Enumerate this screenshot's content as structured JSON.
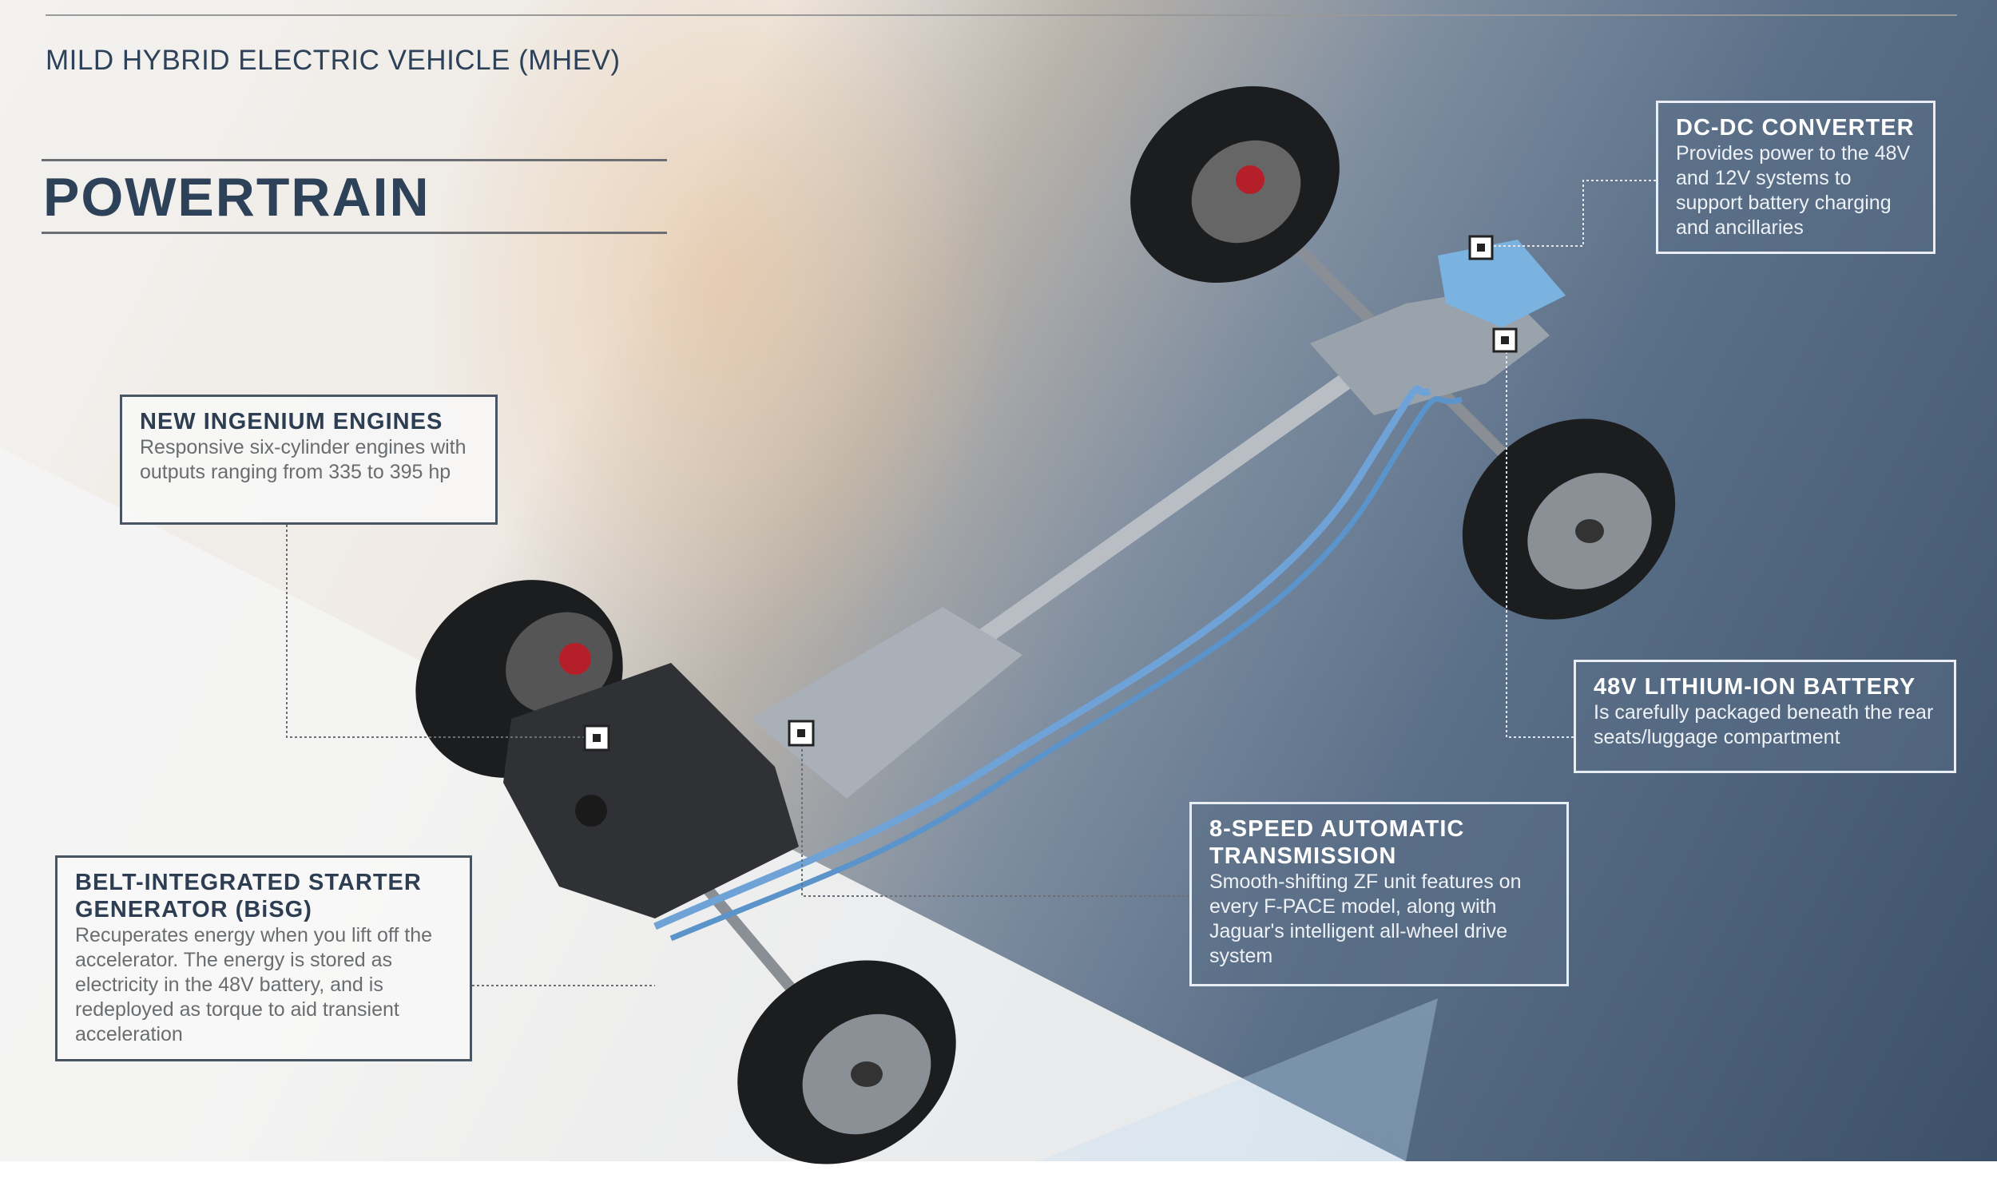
{
  "header": {
    "subtitle": "MILD HYBRID ELECTRIC VEHICLE (MHEV)",
    "title": "POWERTRAIN"
  },
  "callouts": {
    "engines": {
      "title": "NEW INGENIUM ENGINES",
      "body": "Responsive six-cylinder engines with outputs ranging from 335 to 395 hp"
    },
    "bisg": {
      "title": "BELT-INTEGRATED STARTER GENERATOR (BiSG)",
      "body": "Recuperates energy when you lift off the accelerator. The energy is stored as electricity in the 48V battery, and is redeployed as torque to aid transient acceleration"
    },
    "dcdc": {
      "title": "DC-DC CONVERTER",
      "body": "Provides power to the 48V and 12V systems to support battery charging and ancillaries"
    },
    "battery": {
      "title": "48V LITHIUM-ION BATTERY",
      "body": "Is carefully packaged beneath the rear seats/luggage compartment"
    },
    "transmission": {
      "title": "8-SPEED AUTOMATIC TRANSMISSION",
      "body": "Smooth-shifting ZF unit features on every F-PACE model, along with Jaguar's intelligent all-wheel drive system"
    }
  },
  "colors": {
    "heading": "#2d4159",
    "cable": "#6fa3d8"
  }
}
